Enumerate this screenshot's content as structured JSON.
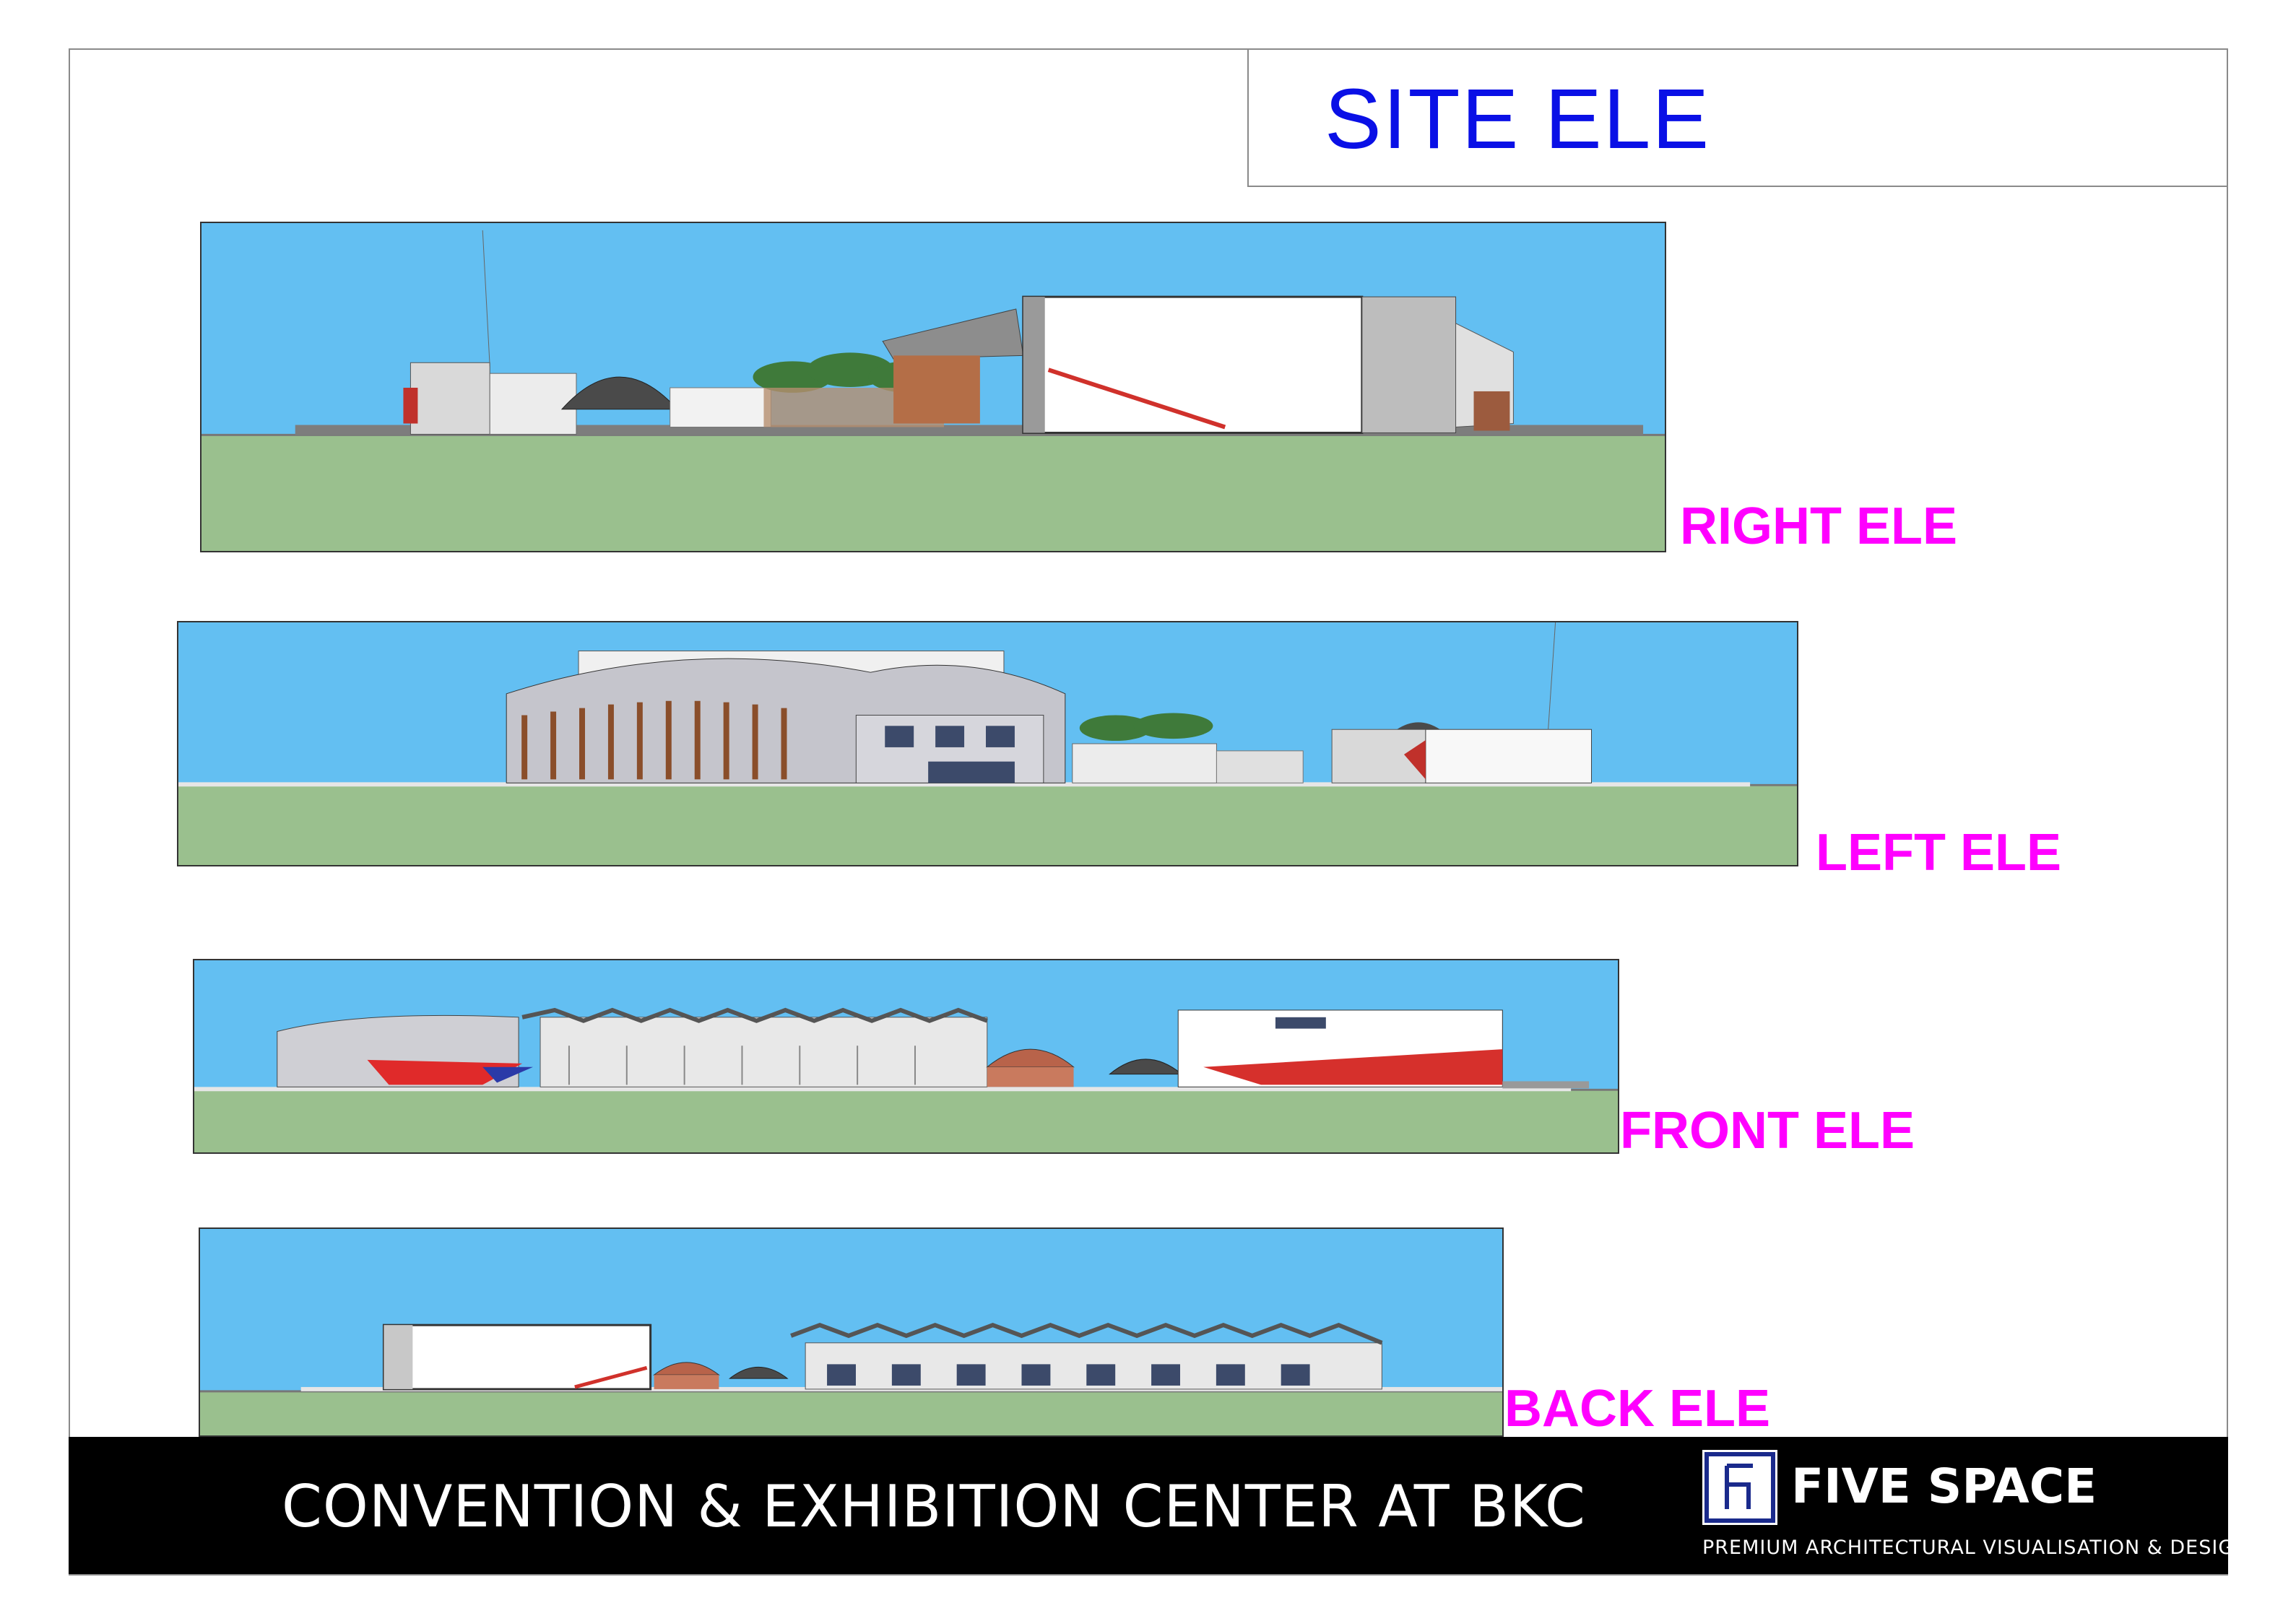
{
  "title": "SITE ELE",
  "colors": {
    "title": "#0a10e6",
    "label": "#ff00ff",
    "sky": "#63bff2",
    "ground": "#9ac08e",
    "footer": "#000000"
  },
  "views": [
    {
      "label": "RIGHT ELE"
    },
    {
      "label": "LEFT ELE"
    },
    {
      "label": "FRONT ELE"
    },
    {
      "label": "BACK ELE"
    }
  ],
  "footer": {
    "title": "CONVENTION & EXHIBITION CENTER AT BKC",
    "brand_name": "FIVE SPACE",
    "brand_tagline": "PREMIUM  ARCHITECTURAL  VISUALISATION & DESIGN",
    "logo_icon": "five-space-logo"
  }
}
